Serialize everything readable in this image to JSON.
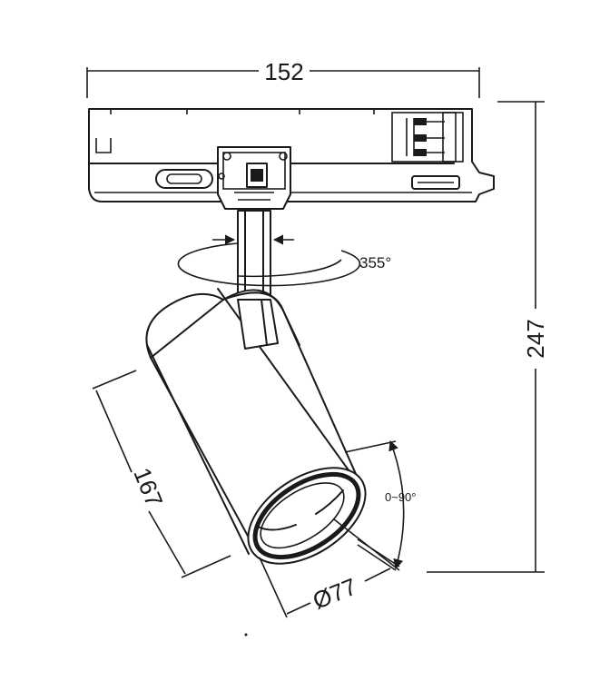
{
  "dimensions": {
    "width": "152",
    "height": "247",
    "rotation": "355°",
    "length": "167",
    "tilt": "0~90°",
    "diameter": "Ø77"
  },
  "colors": {
    "stroke": "#1a1a1a",
    "background": "#ffffff"
  }
}
